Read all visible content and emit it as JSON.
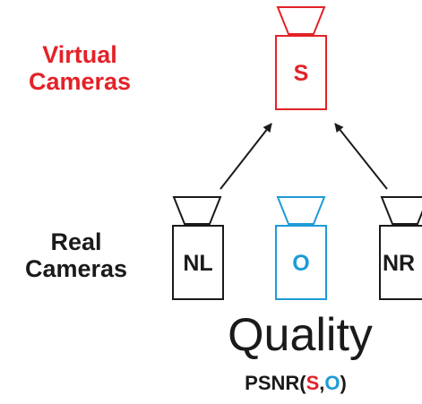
{
  "labels": {
    "virtual_cameras": "Virtual\nCameras",
    "real_cameras": "Real\nCameras",
    "quality": "Quality",
    "metric_prefix": "PSNR(",
    "metric_arg1": "S",
    "metric_sep": ",",
    "metric_arg2": "O",
    "metric_suffix": ")"
  },
  "cameras": {
    "virtual": {
      "letter": "S",
      "color": "#e32228"
    },
    "left": {
      "letter": "NL",
      "color": "#1a1a1a"
    },
    "original": {
      "letter": "O",
      "color": "#1e9bd7"
    },
    "right": {
      "letter": "NR",
      "color": "#1a1a1a"
    }
  },
  "colors": {
    "virtual": "#e32228",
    "original": "#1e9bd7",
    "text": "#1a1a1a"
  }
}
